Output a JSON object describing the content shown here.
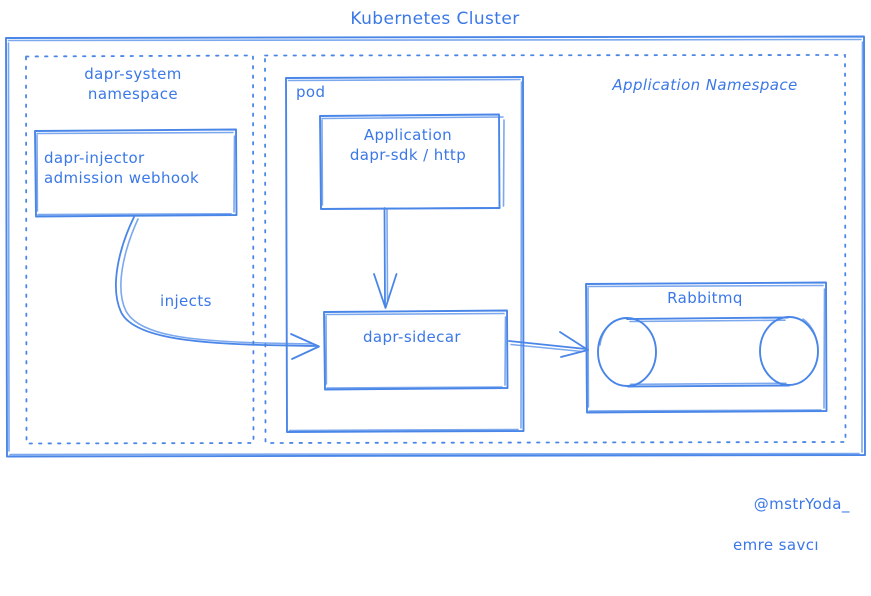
{
  "diagram": {
    "title": "Kubernetes Cluster",
    "accent_color": "#3b78e7",
    "line_color": "#4a86e8",
    "dashed_color": "#4a86e8",
    "background_color": "#ffffff",
    "namespaces": [
      {
        "name": "dapr-system-namespace",
        "label": "dapr-system\nnamespace"
      },
      {
        "name": "application-namespace",
        "label": "Application Namespace"
      }
    ],
    "containers": [
      {
        "name": "pod",
        "label": "pod"
      }
    ],
    "nodes": [
      {
        "name": "dapr-injector-admission-webhook",
        "label": "dapr-injector\nadmission webhook"
      },
      {
        "name": "application",
        "label": "Application\ndapr-sdk / http"
      },
      {
        "name": "dapr-sidecar",
        "label": "dapr-sidecar"
      },
      {
        "name": "rabbitmq",
        "label": "Rabbitmq"
      }
    ],
    "edges": [
      {
        "name": "injects-edge",
        "label": "injects",
        "from": "dapr-injector-admission-webhook",
        "to": "dapr-sidecar"
      },
      {
        "name": "application-to-sidecar-edge",
        "label": "",
        "from": "application",
        "to": "dapr-sidecar"
      },
      {
        "name": "sidecar-to-rabbitmq-edge",
        "label": "",
        "from": "dapr-sidecar",
        "to": "rabbitmq"
      }
    ],
    "signature": {
      "handle": "@mstrYoda_",
      "author": "emre savcı"
    }
  }
}
